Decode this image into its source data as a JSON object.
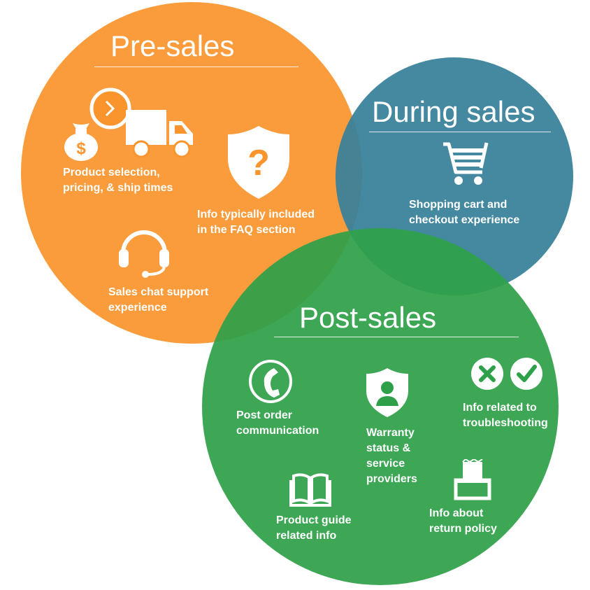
{
  "colors": {
    "pre_sales": "#FA942D",
    "during_sales": "#37809A",
    "post_sales": "#2EA049",
    "text": "#FFFFFF"
  },
  "pre_sales": {
    "title": "Pre-sales",
    "items": [
      {
        "label": "Product selection,\npricing, & ship times",
        "icons": [
          "money-bag-icon",
          "clock-icon",
          "delivery-truck-icon"
        ]
      },
      {
        "label": "Info typically included\nin the FAQ section",
        "icons": [
          "question-shield-icon"
        ]
      },
      {
        "label": "Sales chat support\nexperience",
        "icons": [
          "headset-icon"
        ]
      }
    ]
  },
  "during_sales": {
    "title": "During sales",
    "items": [
      {
        "label": "Shopping cart and\ncheckout experience",
        "icons": [
          "shopping-cart-icon"
        ]
      }
    ]
  },
  "post_sales": {
    "title": "Post-sales",
    "items": [
      {
        "label": "Post order\ncommunication",
        "icons": [
          "phone-icon"
        ]
      },
      {
        "label": "Warranty\nstatus &\nservice\nproviders",
        "icons": [
          "user-shield-icon"
        ]
      },
      {
        "label": "Info related to\ntroubleshooting",
        "icons": [
          "cross-icon",
          "check-icon"
        ]
      },
      {
        "label": "Product guide\nrelated info",
        "icons": [
          "book-icon"
        ]
      },
      {
        "label": "Info about\nreturn policy",
        "icons": [
          "return-box-icon"
        ]
      }
    ]
  }
}
